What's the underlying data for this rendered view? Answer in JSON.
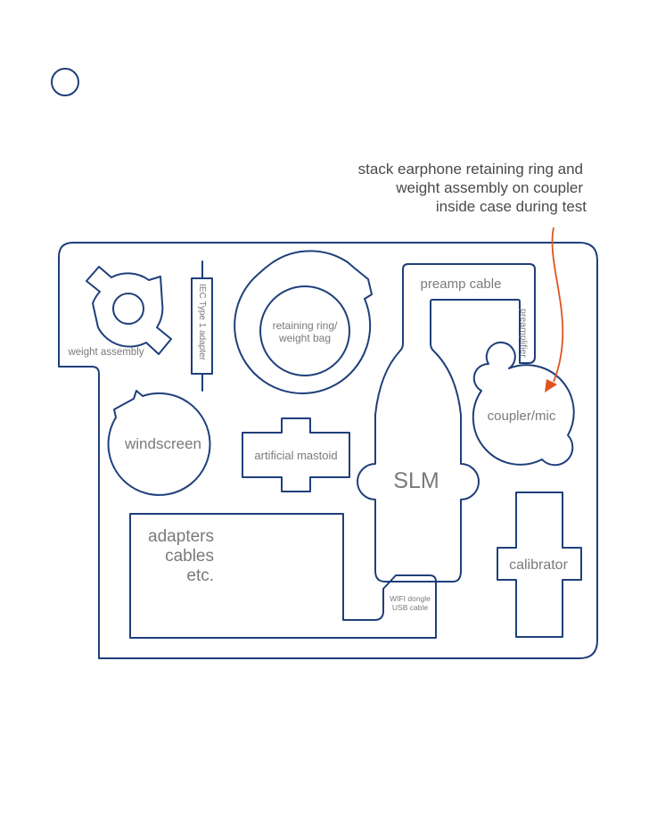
{
  "colors": {
    "outline": "#1f3f7a",
    "label": "#7a7a7a",
    "annotation_arrow": "#e0531f",
    "note_text": "#4a4a4a"
  },
  "annotation": {
    "line1": "stack earphone retaining ring and",
    "line2": "weight assembly on coupler",
    "line3": "inside case during test"
  },
  "labels": {
    "weight_assembly": "weight assembly",
    "iec_adapter": "IEC Type 1 adapter",
    "retaining_ring_1": "retaining ring/",
    "retaining_ring_2": "weight bag",
    "preamp_cable": "preamp cable",
    "preamplifier": "preamplifier",
    "coupler_mic": "coupler/mic",
    "windscreen": "windscreen",
    "artificial_mastoid": "artificial mastoid",
    "slm": "SLM",
    "adapters": "adapters",
    "cables": "cables",
    "etc": "etc.",
    "wifi_dongle": "WIFI dongle",
    "usb_cable": "USB cable",
    "calibrator": "calibrator"
  }
}
